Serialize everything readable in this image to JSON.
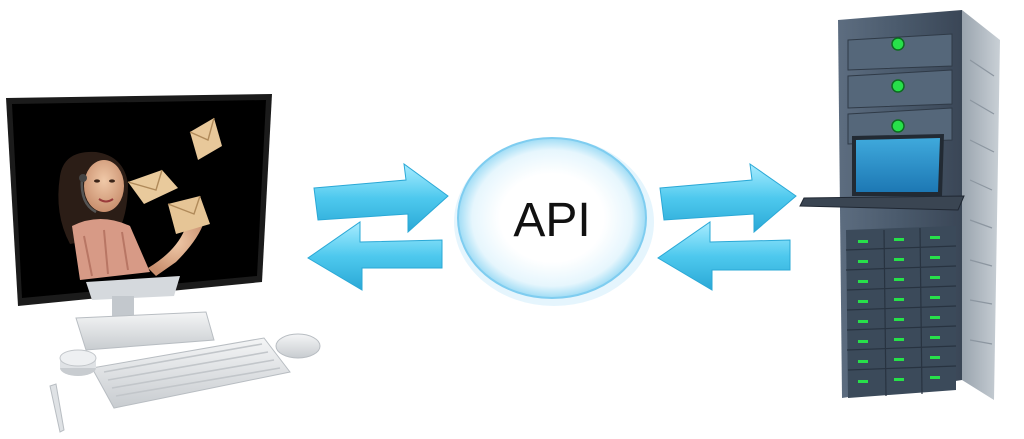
{
  "diagram": {
    "center_label": "API",
    "colors": {
      "arrow": "#4ec9ee",
      "arrow_dark": "#2aa8d6",
      "api_circle_edge": "#7fcdf0",
      "monitor_frame": "#1b1b1b",
      "screen_background": "#000000",
      "server_body": "#4a5a6c",
      "server_led": "#27e04a",
      "peripherals": "#e6e8ea"
    },
    "nodes": [
      {
        "id": "client-computer",
        "icon": "desktop-computer-icon"
      },
      {
        "id": "api",
        "icon": "api-circle"
      },
      {
        "id": "server",
        "icon": "server-rack-icon"
      }
    ],
    "edges": [
      {
        "from": "client-computer",
        "to": "api",
        "direction": "right"
      },
      {
        "from": "api",
        "to": "client-computer",
        "direction": "left"
      },
      {
        "from": "api",
        "to": "server",
        "direction": "right"
      },
      {
        "from": "server",
        "to": "api",
        "direction": "left"
      }
    ]
  }
}
